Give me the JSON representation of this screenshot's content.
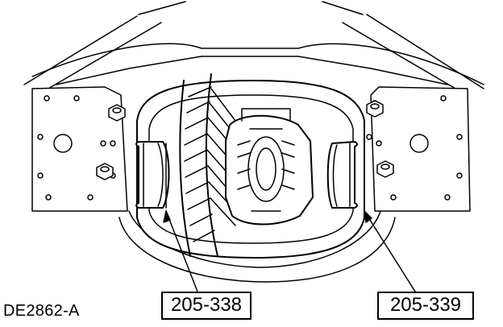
{
  "figure": {
    "id_label": "DE2862-A",
    "callouts": [
      {
        "label": "205-338"
      },
      {
        "label": "205-339"
      }
    ]
  },
  "icons": {
    "diagram": "differential-carrier-with-bearing-cup-installers"
  }
}
